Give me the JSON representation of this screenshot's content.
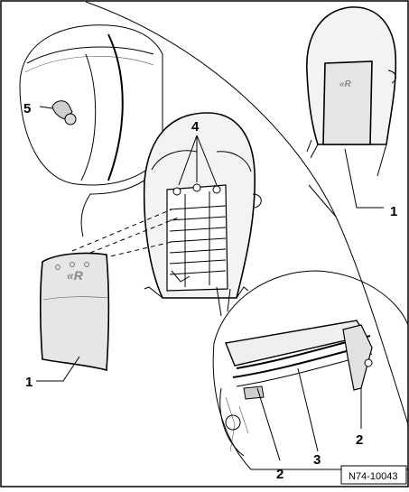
{
  "figure": {
    "reference": "N74-10043",
    "callouts": [
      "1",
      "1",
      "2",
      "2",
      "3",
      "4",
      "5"
    ]
  }
}
